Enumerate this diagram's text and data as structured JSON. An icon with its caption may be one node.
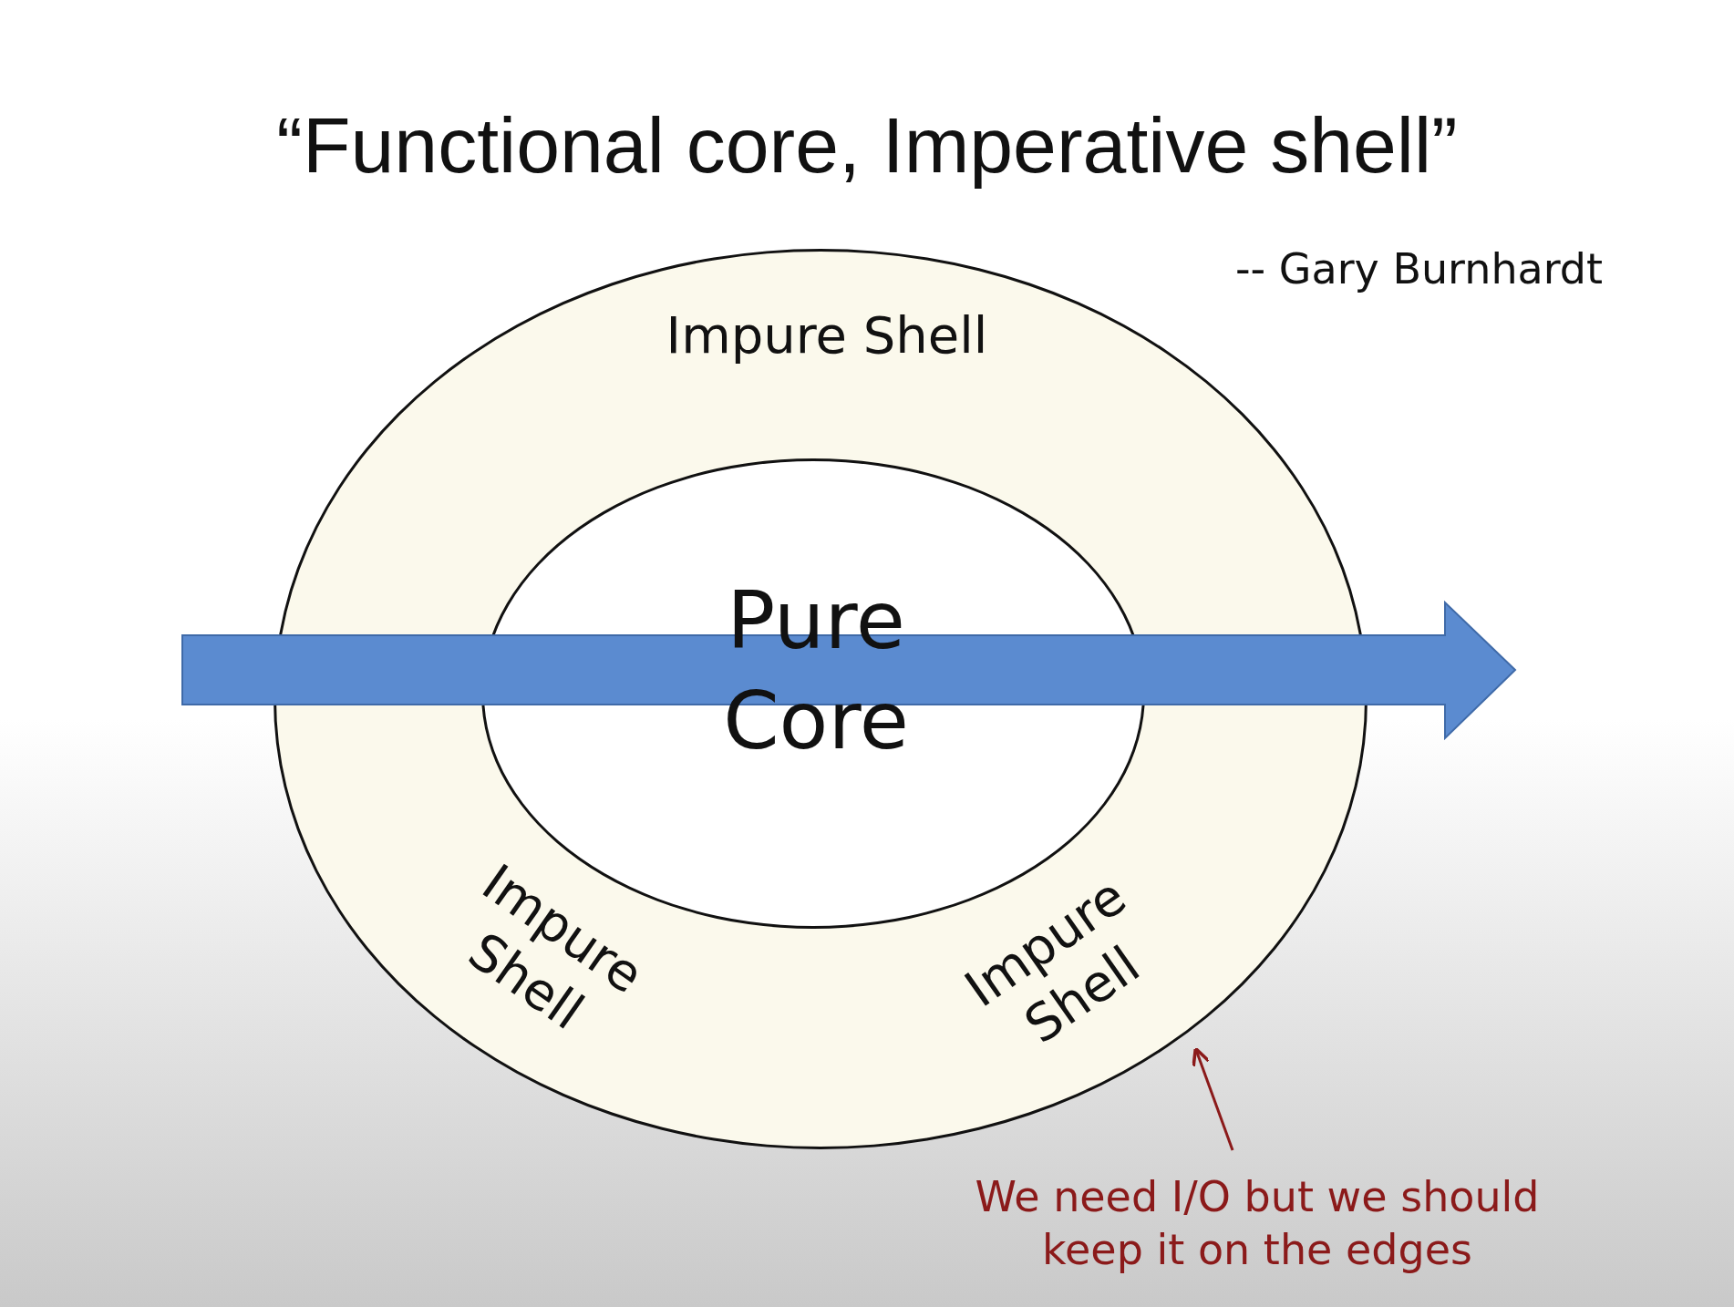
{
  "diagram": {
    "title": "“Functional core, Imperative shell”",
    "nodes": [
      {
        "text": [
          "Impure Shell",
          "Impure Shell",
          "Impure Shell"
        ]
      },
      {
        "text": [
          "Pure Core"
        ],
        "in": 0
      },
      {
        "text": [
          "We need I/O but we should keep it on the edges"
        ]
      }
    ],
    "edges": [
      {
        "from": 2,
        "to": 0,
        "arrow": "to",
        "color": "#8b1a1a"
      }
    ],
    "labels": [
      "-- Gary Burnhardt"
    ]
  }
}
